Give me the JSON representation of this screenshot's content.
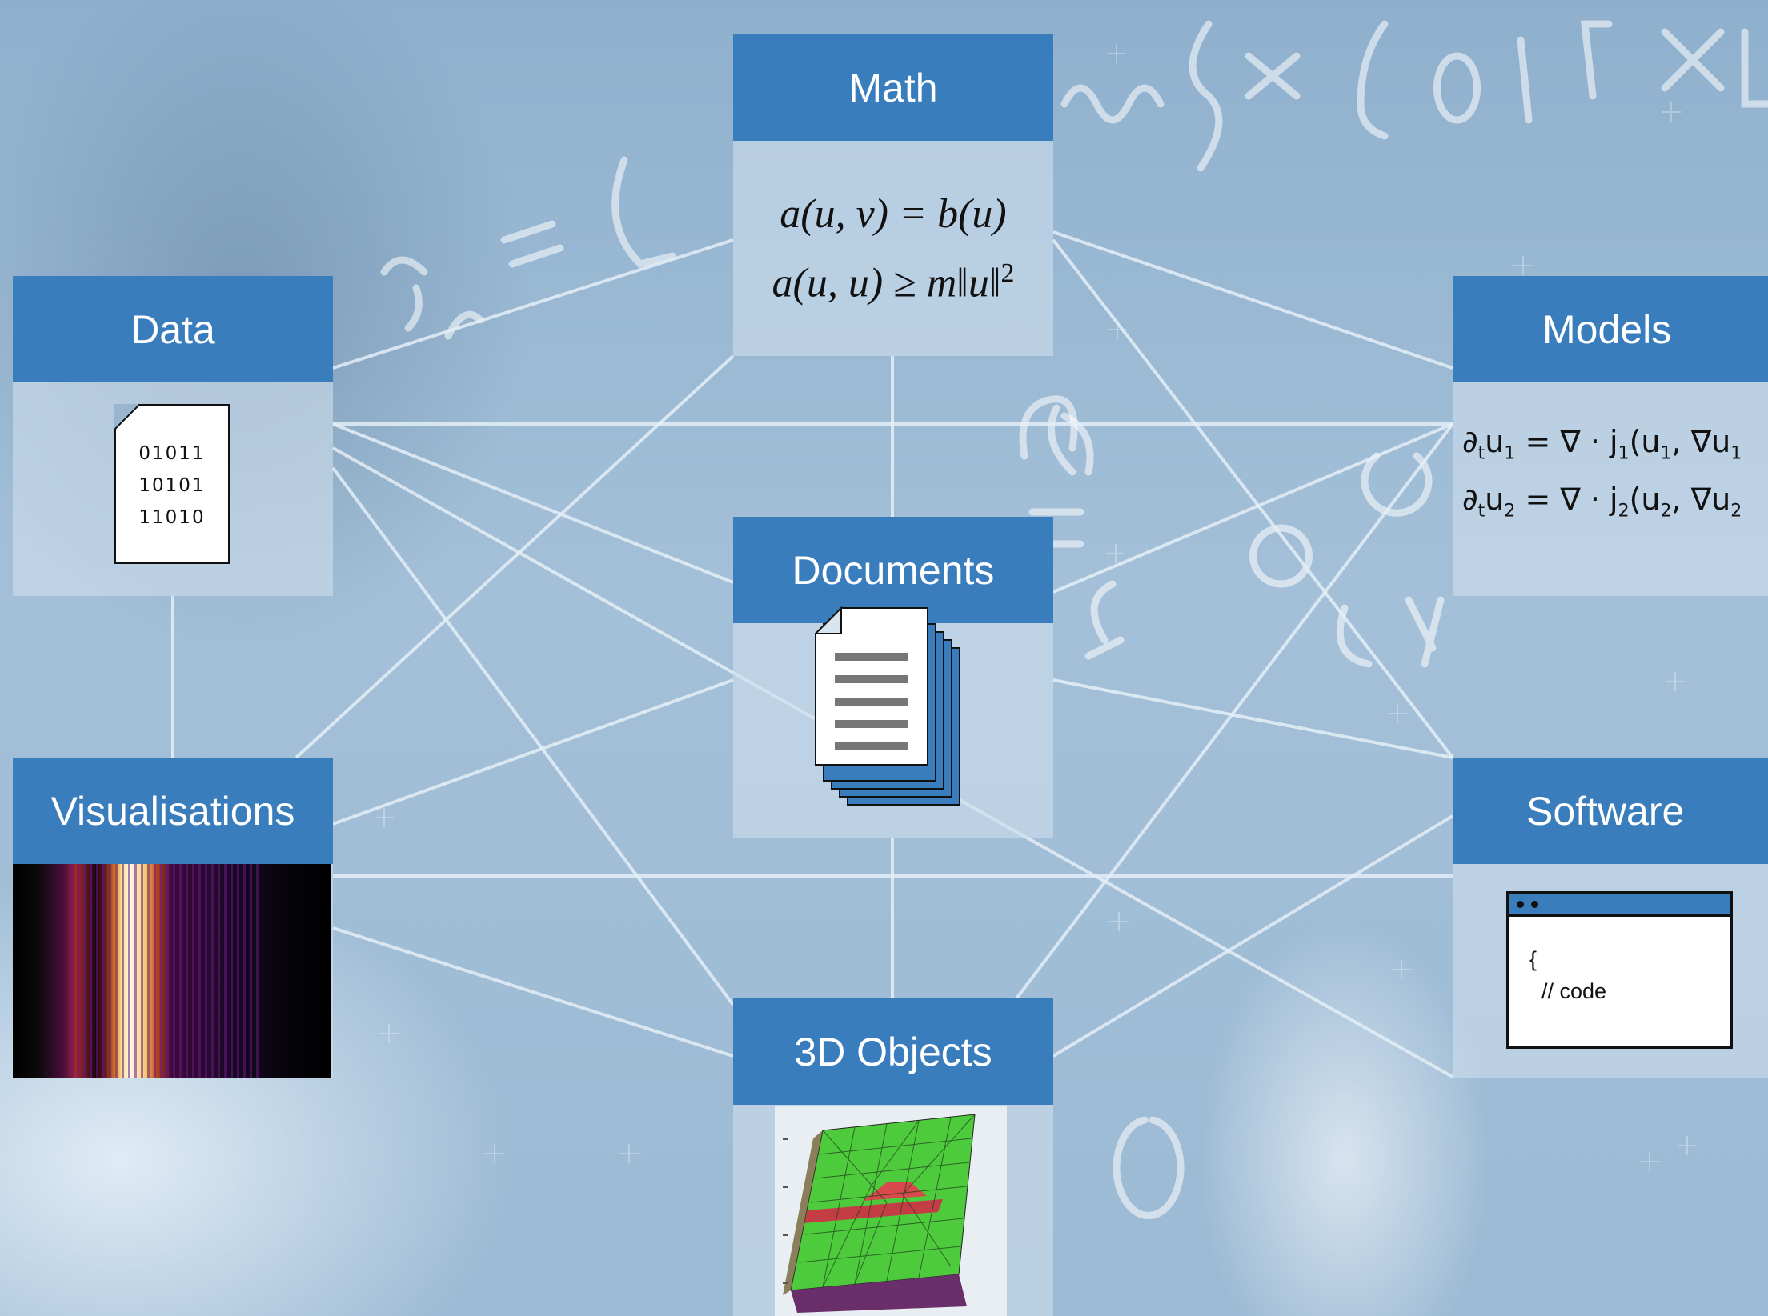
{
  "nodes": {
    "math": {
      "label": "Math",
      "equation_line1": "a(u, v) = b(u)",
      "equation_line2_lhs": "a(u, u) ≥ m‖u‖",
      "equation_line2_sup": "2"
    },
    "data": {
      "label": "Data",
      "bits": [
        "01011",
        "10101",
        "11010"
      ]
    },
    "models": {
      "label": "Models"
    },
    "documents": {
      "label": "Documents"
    },
    "visualisations": {
      "label": "Visualisations"
    },
    "software": {
      "label": "Software",
      "code_line1": "{",
      "code_line2": "  // code"
    },
    "objects_3d": {
      "label": "3D Objects"
    }
  },
  "colors": {
    "header": "#3a7dbd",
    "connector": "#e4eef7",
    "panel": "#cdddec"
  },
  "icons": [
    "binary-file-icon",
    "document-stack-icon",
    "code-window-icon"
  ]
}
